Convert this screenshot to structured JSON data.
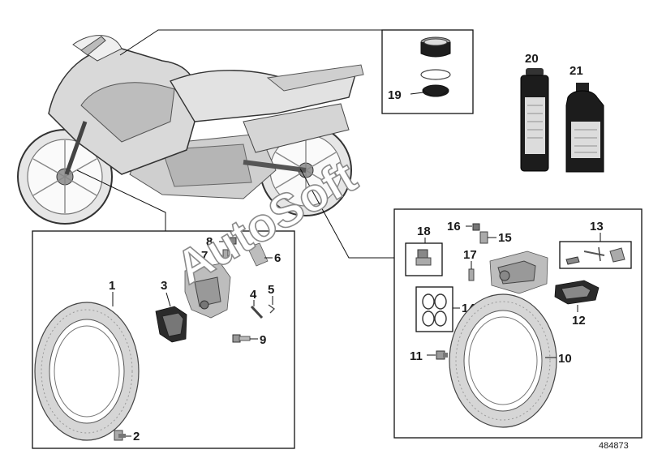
{
  "diagram": {
    "watermark": "AutoSoft",
    "reference_number": "484873",
    "callouts": {
      "c1": "1",
      "c2": "2",
      "c3": "3",
      "c4": "4",
      "c5": "5",
      "c6": "6",
      "c7": "7",
      "c8": "8",
      "c9": "9",
      "c10": "10",
      "c11": "11",
      "c12": "12",
      "c13": "13",
      "c14": "14",
      "c15": "15",
      "c16": "16",
      "c17": "17",
      "c18": "18",
      "c19": "19",
      "c20": "20",
      "c21": "21"
    },
    "colors": {
      "line": "#111111",
      "part_grey": "#bdbdbd",
      "dark_part": "#2b2b2b"
    }
  }
}
